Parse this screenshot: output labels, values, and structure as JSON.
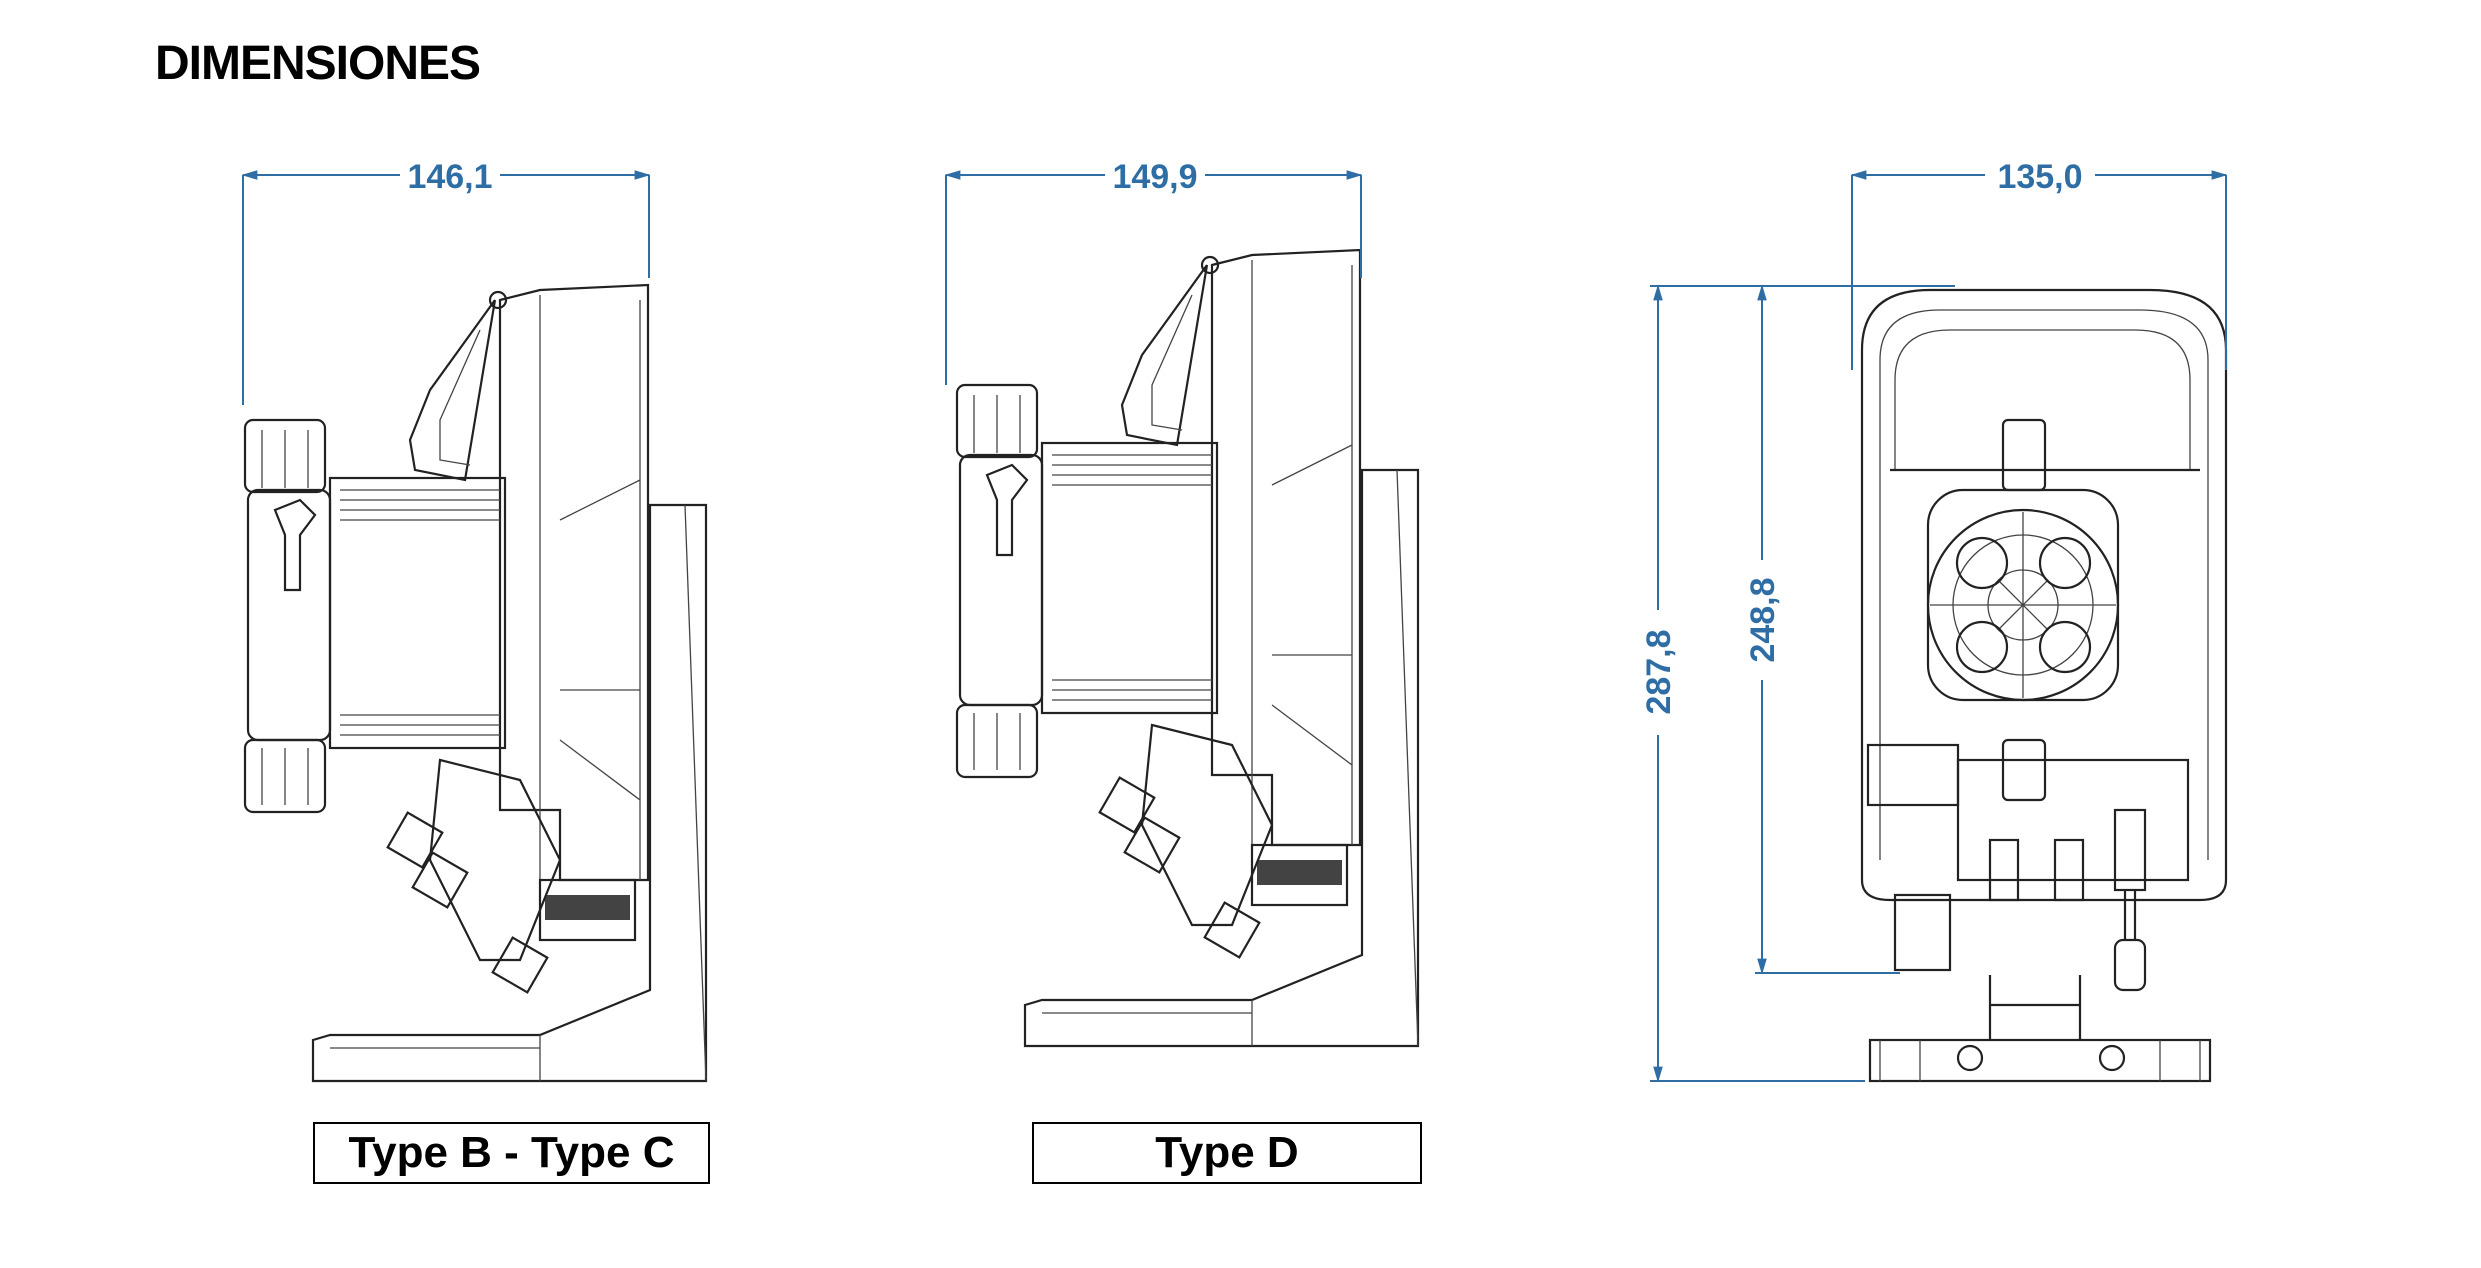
{
  "title": "DIMENSIONES",
  "dimensions": {
    "side_bc_width": "146,1",
    "side_d_width": "149,9",
    "front_width": "135,0",
    "front_total_height": "287,8",
    "front_body_height": "248,8"
  },
  "labels": {
    "type_bc": "Type B - Type C",
    "type_d": "Type D"
  },
  "colors": {
    "dimension": "#2f6ea5",
    "drawing": "#222222"
  }
}
